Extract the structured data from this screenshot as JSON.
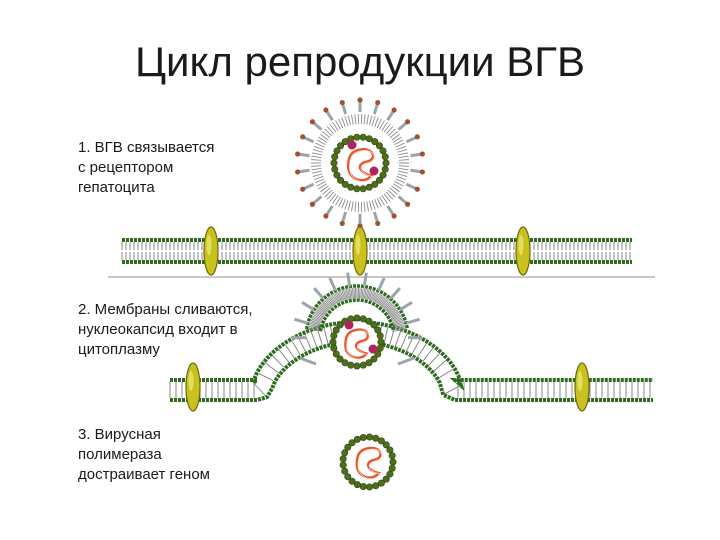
{
  "title": "Цикл репродукции ВГВ",
  "steps": [
    {
      "lines": [
        "1. ВГВ связывается",
        "с рецептором",
        "гепатоцита"
      ]
    },
    {
      "lines": [
        "2. Мембраны сливаются,",
        "нуклеокапсид входит в",
        "цитоплазму"
      ]
    },
    {
      "lines": [
        "3. Вирусная",
        "полимераза",
        "достраивает геном"
      ]
    }
  ],
  "colors": {
    "membrane_head": "#2e6b1f",
    "membrane_tail": "#8a8a8a",
    "capsid": "#4f6e1c",
    "genome": "#e8542b",
    "receptor": "#c9c21e",
    "surface_protein_stem": "#9aa4ab",
    "surface_protein_tip": "#a0522d",
    "polymerase": "#b0245e",
    "divider": "#c8c8c8"
  }
}
